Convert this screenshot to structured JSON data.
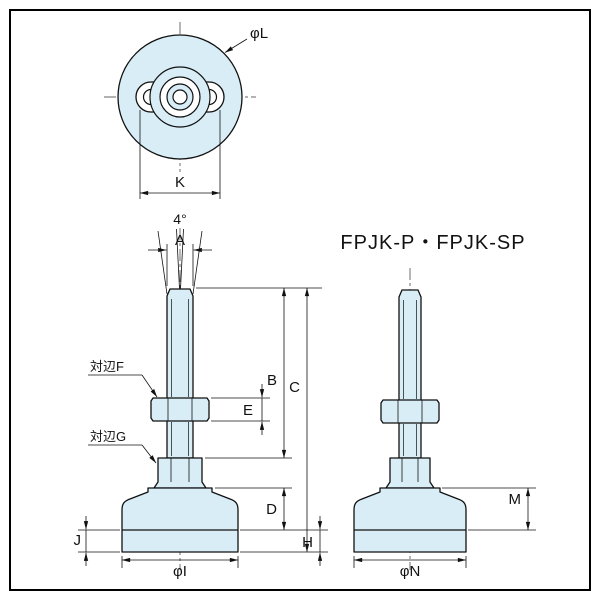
{
  "title": "FPJK-P・FPJK-SP",
  "top_view": {
    "phi_l": "φL",
    "k": "K"
  },
  "front_view": {
    "angle": "4°",
    "a": "A",
    "flats_f": "対辺F",
    "flats_g": "対辺G",
    "e": "E",
    "b": "B",
    "c": "C",
    "d": "D",
    "h": "H",
    "j": "J",
    "phi_i": "φI"
  },
  "side_view": {
    "m": "M",
    "phi_n": "φN"
  },
  "colors": {
    "part_fill": "#d9edf6",
    "line": "#111111"
  }
}
